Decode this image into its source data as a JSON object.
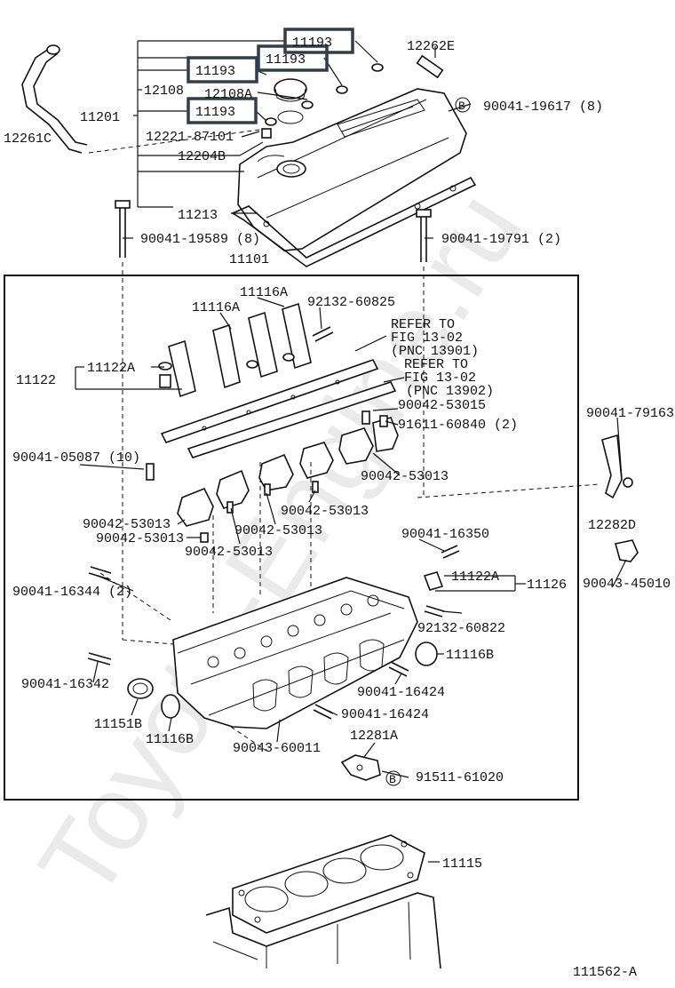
{
  "watermark": "Toyota-Engine.ru",
  "diagram_code": "111562-A",
  "labels": {
    "p11193_a": "11193",
    "p11193_b": "11193",
    "p11193_c": "11193",
    "p11193_d": "11193",
    "p12262E": "12262E",
    "p12108": "12108",
    "p12108A": "12108A",
    "p11201": "11201",
    "p12261C": "12261C",
    "p12221": "12221-87101",
    "p12204B": "12204B",
    "p11213": "11213",
    "p90041_19617": "90041-19617 (8)",
    "p90041_19589": "90041-19589 (8)",
    "p90041_19791": "90041-19791 (2)",
    "p11101": "11101",
    "p11116A_a": "11116A",
    "p11116A_b": "11116A",
    "p92132_60825": "92132-60825",
    "refer1_l1": "REFER TO",
    "refer1_l2": "FIG 13-02",
    "refer1_l3": "(PNC 13901)",
    "refer2_l1": "REFER TO",
    "refer2_l2": "FIG 13-02",
    "refer2_l3": "(PNC 13902)",
    "p11122": "11122",
    "p11122A_a": "11122A",
    "p90042_53015": "90042-53015",
    "p91611_60840": "91611-60840 (2)",
    "p90041_79163": "90041-79163",
    "p90041_05087": "90041-05087 (10)",
    "p90042_53013_a": "90042-53013",
    "p90042_53013_b": "90042-53013",
    "p90042_53013_c": "90042-53013",
    "p90042_53013_d": "90042-53013",
    "p90042_53013_e": "90042-53013",
    "p90042_53013_f": "90042-53013",
    "p12282D": "12282D",
    "p90041_16350": "90041-16350",
    "p90043_45010": "90043-45010",
    "p90041_16344": "90041-16344 (2)",
    "p11122A_b": "11122A",
    "p11126": "11126",
    "p92132_60822": "92132-60822",
    "p11116B_a": "11116B",
    "p90041_16342": "90041-16342",
    "p90041_16424_a": "90041-16424",
    "p90041_16424_b": "90041-16424",
    "p11151B": "11151B",
    "p11116B_b": "11116B",
    "p12281A": "12281A",
    "p90043_60011": "90043-60011",
    "p91511_61020": "91511-61020",
    "p11115": "11115",
    "mark_b1": "B",
    "mark_b2": "B"
  }
}
